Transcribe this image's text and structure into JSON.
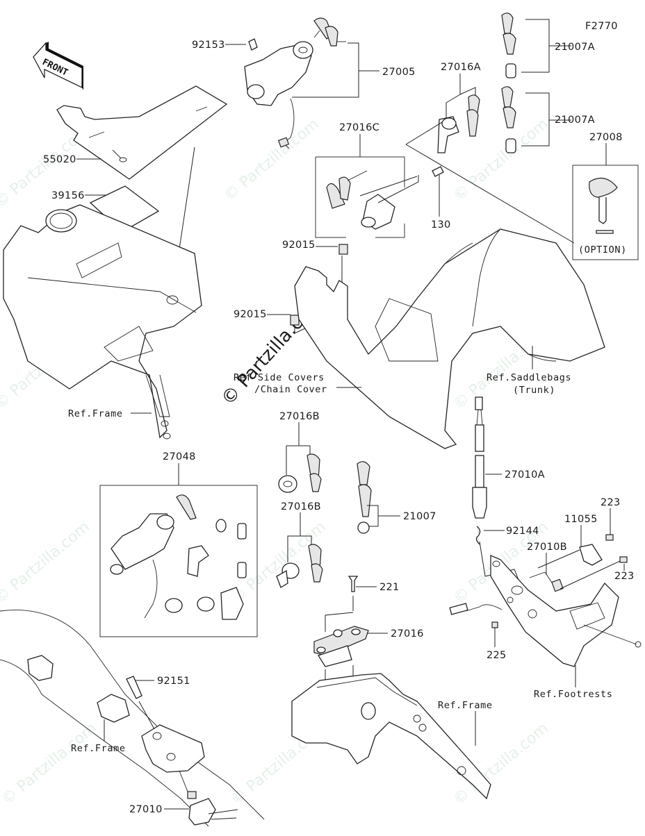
{
  "diagram": {
    "figure_code": "F2770",
    "front_label": "FRONT",
    "watermark": "© Partzilla.com",
    "parts": [
      {
        "id": "p92153",
        "number": "92153"
      },
      {
        "id": "p27005",
        "number": "27005"
      },
      {
        "id": "p55020",
        "number": "55020"
      },
      {
        "id": "p39156",
        "number": "39156"
      },
      {
        "id": "p27016C",
        "number": "27016C"
      },
      {
        "id": "p130",
        "number": "130"
      },
      {
        "id": "p92015a",
        "number": "92015"
      },
      {
        "id": "p92015b",
        "number": "92015"
      },
      {
        "id": "p27016A",
        "number": "27016A"
      },
      {
        "id": "p21007A_1",
        "number": "21007A"
      },
      {
        "id": "p21007A_2",
        "number": "21007A"
      },
      {
        "id": "p27008",
        "number": "27008"
      },
      {
        "id": "p27048",
        "number": "27048"
      },
      {
        "id": "p27016B_1",
        "number": "27016B"
      },
      {
        "id": "p27016B_2",
        "number": "27016B"
      },
      {
        "id": "p21007",
        "number": "21007"
      },
      {
        "id": "p221",
        "number": "221"
      },
      {
        "id": "p27016",
        "number": "27016"
      },
      {
        "id": "p27010A",
        "number": "27010A"
      },
      {
        "id": "p92144",
        "number": "92144"
      },
      {
        "id": "p11055",
        "number": "11055"
      },
      {
        "id": "p223a",
        "number": "223"
      },
      {
        "id": "p223b",
        "number": "223"
      },
      {
        "id": "p27010B",
        "number": "27010B"
      },
      {
        "id": "p225",
        "number": "225"
      },
      {
        "id": "p92151",
        "number": "92151"
      },
      {
        "id": "p27010",
        "number": "27010"
      }
    ],
    "option_note": "(OPTION)",
    "references": {
      "frame_top": "Ref.Frame",
      "side_covers_line1": "Ref Side Covers",
      "side_covers_line2": "/Chain Cover",
      "saddlebags_line1": "Ref.Saddlebags",
      "saddlebags_line2": "(Trunk)",
      "footrests": "Ref.Footrests",
      "frame_bottom_left": "Ref.Frame",
      "frame_bottom_mid": "Ref.Frame"
    }
  }
}
